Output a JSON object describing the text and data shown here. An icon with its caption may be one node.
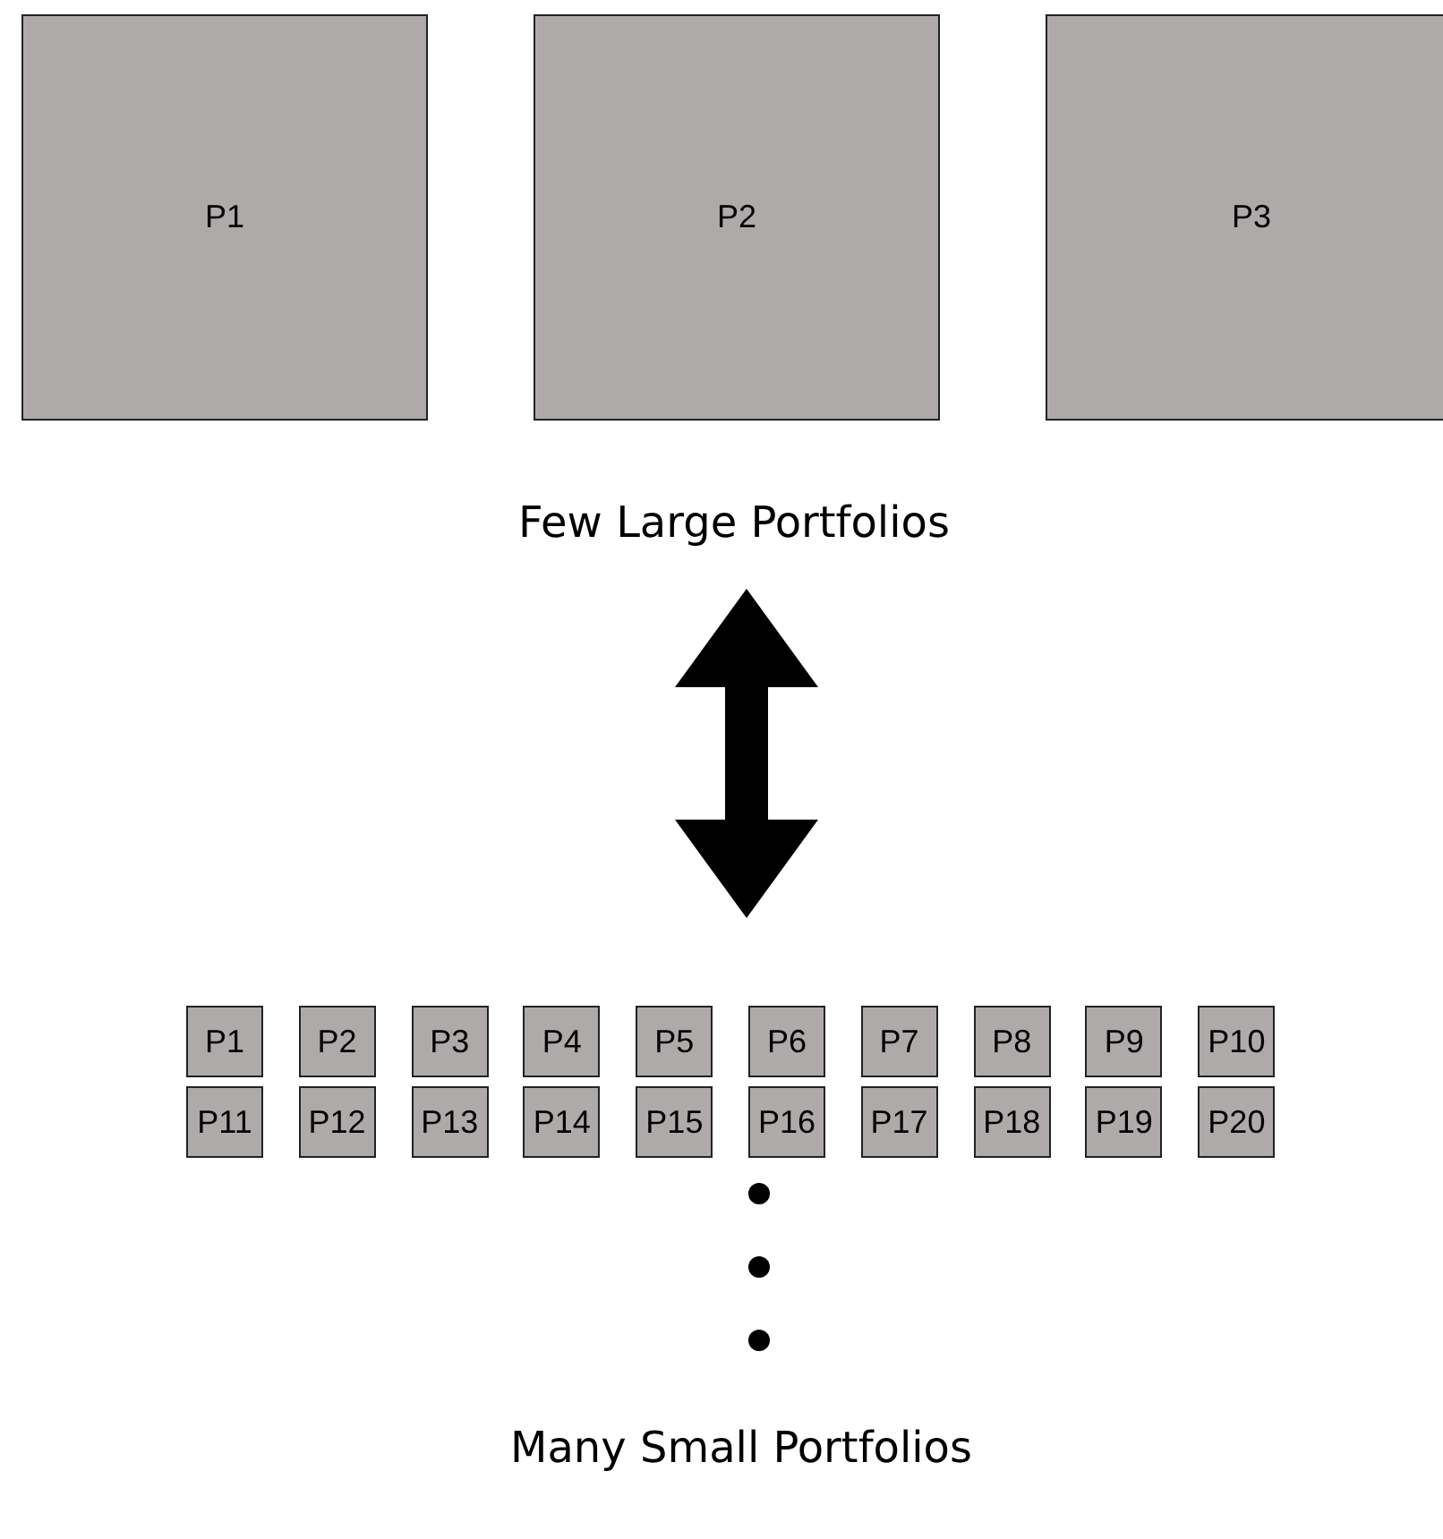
{
  "diagram": {
    "nodes": [
      {
        "text": [
          "P1"
        ]
      },
      {
        "text": [
          "P2"
        ]
      },
      {
        "text": [
          "P3"
        ]
      },
      {
        "text": [
          "Few Large Portfolios"
        ]
      },
      {
        "text": [
          "P1"
        ]
      },
      {
        "text": [
          "P2"
        ]
      },
      {
        "text": [
          "P3"
        ]
      },
      {
        "text": [
          "P4"
        ]
      },
      {
        "text": [
          "P5"
        ]
      },
      {
        "text": [
          "P6"
        ]
      },
      {
        "text": [
          "P7"
        ]
      },
      {
        "text": [
          "P8"
        ]
      },
      {
        "text": [
          "P9"
        ]
      },
      {
        "text": [
          "P10"
        ]
      },
      {
        "text": [
          "P11"
        ]
      },
      {
        "text": [
          "P12"
        ]
      },
      {
        "text": [
          "P13"
        ]
      },
      {
        "text": [
          "P14"
        ]
      },
      {
        "text": [
          "P15"
        ]
      },
      {
        "text": [
          "P16"
        ]
      },
      {
        "text": [
          "P17"
        ]
      },
      {
        "text": [
          "P18"
        ]
      },
      {
        "text": [
          "P19"
        ]
      },
      {
        "text": [
          "P20"
        ]
      },
      {
        "text": [
          "Many Small Portfolios"
        ]
      }
    ]
  }
}
